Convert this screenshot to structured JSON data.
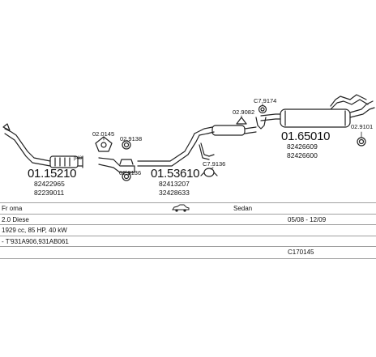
{
  "parts": {
    "front_pipe": {
      "number": "01.15210",
      "oe_numbers": [
        "82422965",
        "82239011"
      ]
    },
    "front_bracket_1": {
      "number": "02.0145"
    },
    "front_ring_1": {
      "number": "02.9138"
    },
    "front_bracket_2": {
      "number": "02.9136"
    },
    "middle_pipe": {
      "number": "01.53610",
      "oe_numbers": [
        "82413207",
        "32428633"
      ]
    },
    "middle_clamp": {
      "number": "C7.9136"
    },
    "rear_bracket_top": {
      "number": "C7.9174"
    },
    "rear_clamp": {
      "number": "02.9082"
    },
    "rear_silencer": {
      "number": "01.65010",
      "oe_numbers": [
        "82426609",
        "82426600"
      ]
    },
    "rear_ring": {
      "number": "02.9101"
    }
  },
  "vehicle": {
    "model": "Fr oma",
    "body_type": "Sedan",
    "engine": "2.0 Diese",
    "production": "05/08 - 12/09",
    "specs": "1929 cc, 85 HP, 40 kW",
    "engine_codes": "- T'931A906,931AB061",
    "catalog_code": "C170145"
  },
  "icons": {
    "car": "sedan-car-icon"
  },
  "colors": {
    "line": "#222222",
    "border": "#a0a0a0"
  }
}
